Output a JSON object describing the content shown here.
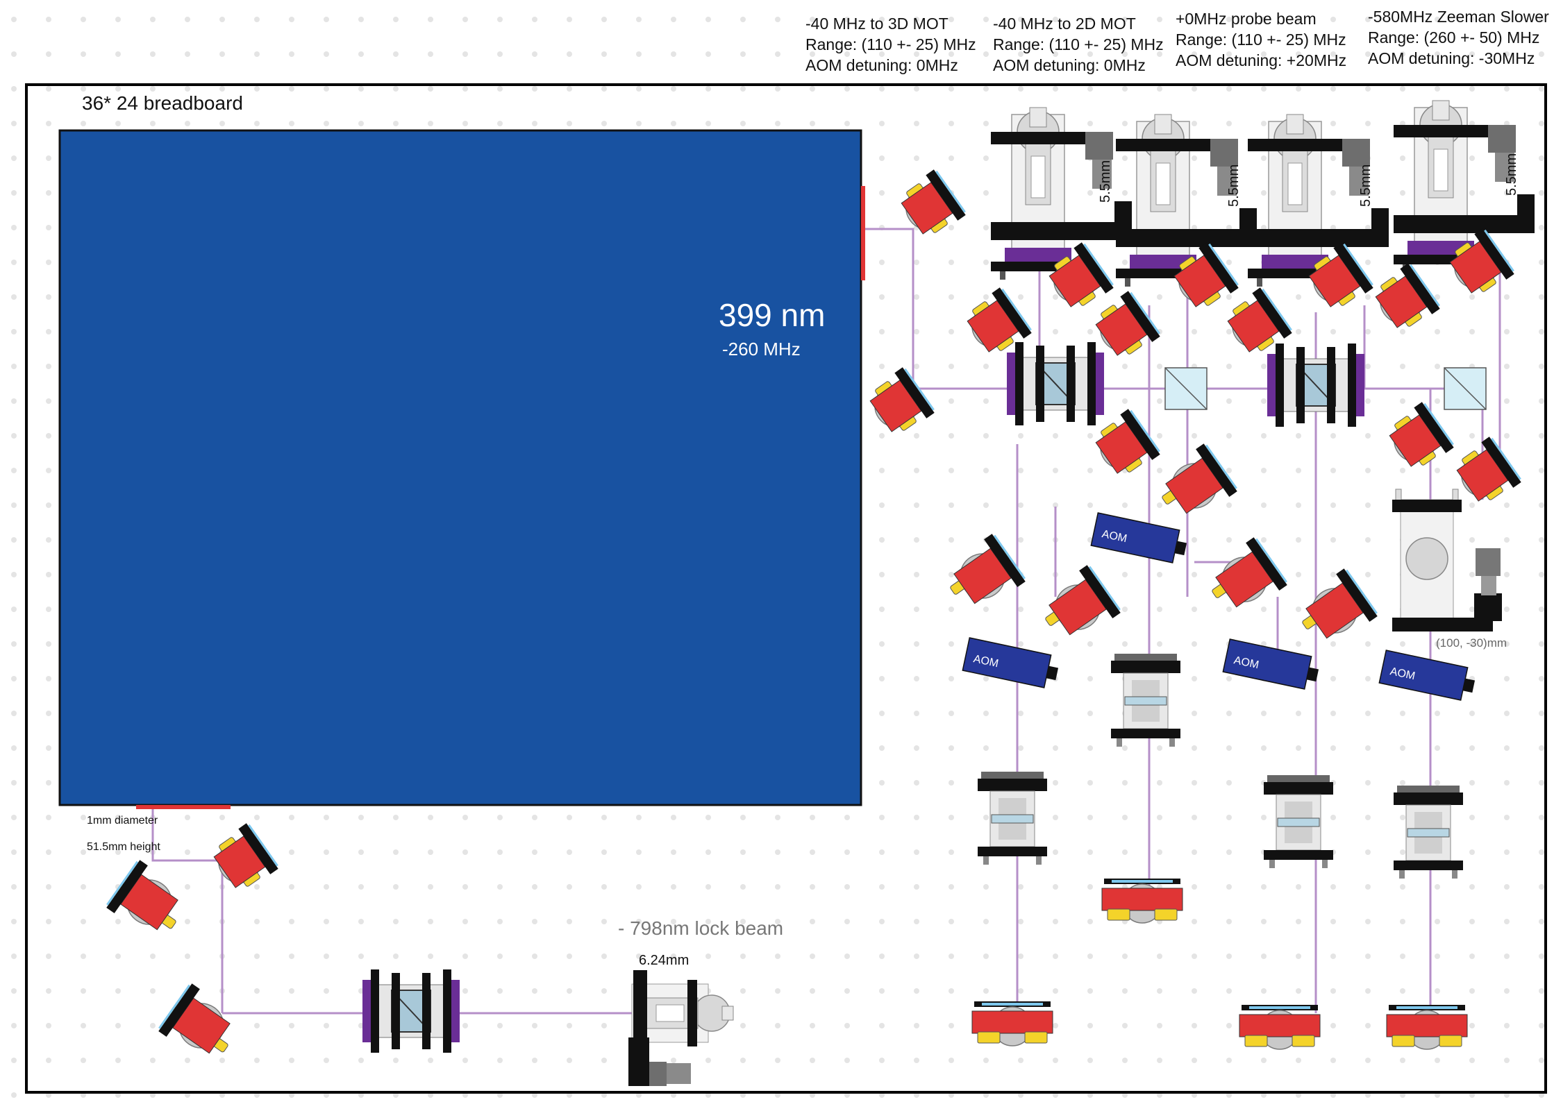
{
  "breadboard": {
    "label": "36* 24 breadboard"
  },
  "laser": {
    "wavelength": "399 nm",
    "detuning": "-260 MHz",
    "color": "#1852a1"
  },
  "beam_color": "#b58fc8",
  "channels": [
    {
      "title": "-40 MHz to 3D MOT",
      "range": "Range: (110 +- 25) MHz",
      "aom": "AOM detuning: 0MHz"
    },
    {
      "title": "-40 MHz to 2D MOT",
      "range": "Range: (110 +- 25) MHz",
      "aom": "AOM detuning: 0MHz"
    },
    {
      "title": "+0MHz probe beam",
      "range": "Range: (110 +- 25) MHz",
      "aom": "AOM detuning: +20MHz"
    },
    {
      "title": "-580MHz Zeeman Slower",
      "range": "Range: (260 +- 50) MHz",
      "aom": "AOM detuning: -30MHz"
    }
  ],
  "mount_heights": [
    "5.5mm",
    "5.5mm",
    "5.5mm",
    "5.5mm"
  ],
  "aom_label": "AOM",
  "coordinate_note": "(100, -30)mm",
  "fiber_notes": {
    "diameter": "1mm diameter",
    "height": "51.5mm height"
  },
  "lock_beam": {
    "label": "- 798nm lock beam",
    "dimension": "6.24mm"
  }
}
